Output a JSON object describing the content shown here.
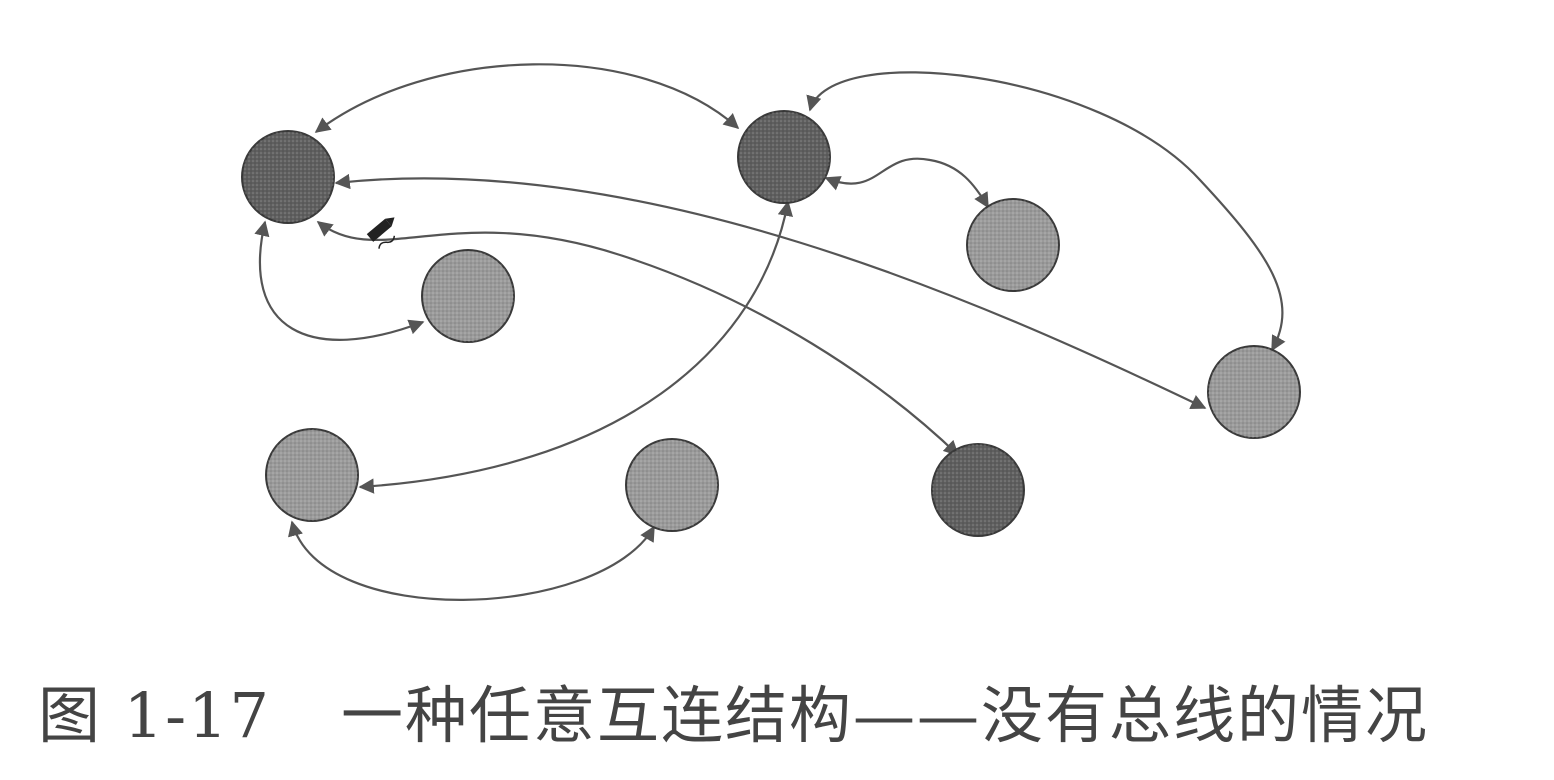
{
  "caption": {
    "number": "图 1-17",
    "text": "一种任意互连结构——没有总线的情况"
  },
  "colors": {
    "node_dark": "#5f5f5f",
    "node_light": "#9a9a9a",
    "edge": "#555555"
  },
  "nodes": [
    {
      "id": "n1",
      "shade": "dark"
    },
    {
      "id": "n2",
      "shade": "dark"
    },
    {
      "id": "n3",
      "shade": "light"
    },
    {
      "id": "n4",
      "shade": "light"
    },
    {
      "id": "n5",
      "shade": "light"
    },
    {
      "id": "n6",
      "shade": "light"
    },
    {
      "id": "n7",
      "shade": "light"
    },
    {
      "id": "n8",
      "shade": "dark"
    }
  ],
  "edges": [
    {
      "from": "n1",
      "to": "n2",
      "arrows": "both"
    },
    {
      "from": "n1",
      "to": "n3",
      "arrows": "both"
    },
    {
      "from": "n1",
      "to": "n5",
      "arrows": "both"
    },
    {
      "from": "n1",
      "to": "n8",
      "arrows": "both"
    },
    {
      "from": "n2",
      "to": "n4",
      "arrows": "both"
    },
    {
      "from": "n2",
      "to": "n5",
      "arrows": "both"
    },
    {
      "from": "n2",
      "to": "n6",
      "arrows": "both"
    },
    {
      "from": "n6",
      "to": "n7",
      "arrows": "both"
    }
  ]
}
